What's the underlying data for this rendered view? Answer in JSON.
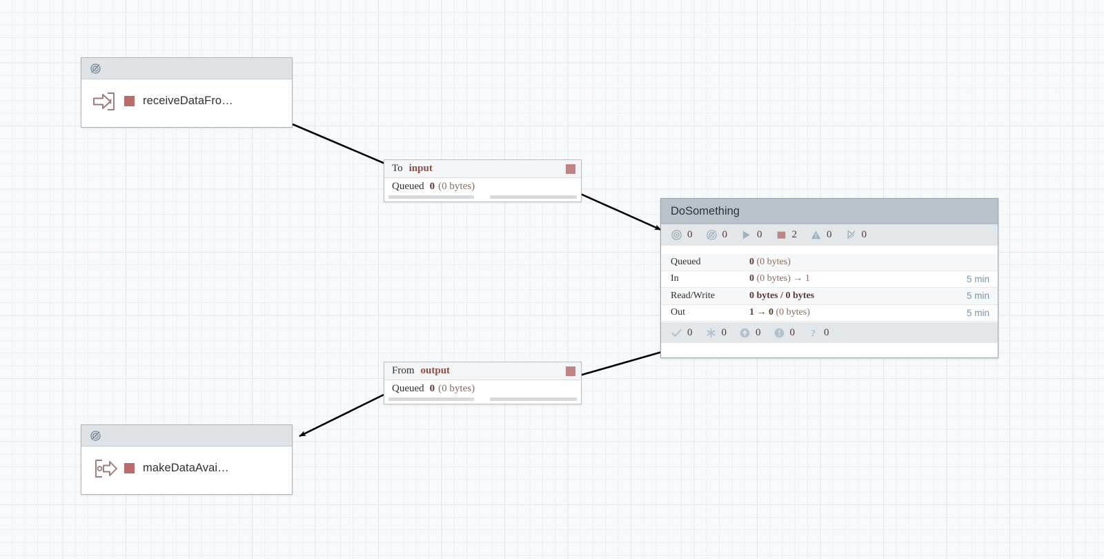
{
  "canvas": {
    "background_color": "#f8f9fb",
    "grid_color": "#e3e8ea",
    "edge_color": "#000000"
  },
  "ports": [
    {
      "id": "input-port",
      "name": "receiveDataFro…",
      "header_icon": "transmission-disabled-icon",
      "type_icon": "input-port-icon",
      "status_color": "#ba6b6b"
    },
    {
      "id": "output-port",
      "name": "makeDataAvai…",
      "header_icon": "transmission-disabled-icon",
      "type_icon": "output-port-icon",
      "status_color": "#ba6b6b"
    }
  ],
  "process_group": {
    "title": "DoSomething",
    "status_counts": [
      {
        "icon": "transmitting-icon",
        "value": "0"
      },
      {
        "icon": "not-transmitting-icon",
        "value": "0"
      },
      {
        "icon": "running-icon",
        "value": "0"
      },
      {
        "icon": "stopped-icon",
        "value": "2"
      },
      {
        "icon": "invalid-icon",
        "value": "0"
      },
      {
        "icon": "disabled-icon",
        "value": "0"
      }
    ],
    "stats": [
      {
        "label": "Queued",
        "value_bold": "0",
        "value_rest": " (0 bytes)",
        "time": ""
      },
      {
        "label": "In",
        "value_bold": "0",
        "value_rest": " (0 bytes) → 1",
        "time": "5 min"
      },
      {
        "label": "Read/Write",
        "value_bold": "0 bytes / 0 bytes",
        "value_rest": "",
        "time": "5 min"
      },
      {
        "label": "Out",
        "value_bold": "1 → 0",
        "value_rest": " (0 bytes)",
        "time": "5 min"
      }
    ],
    "version_states": [
      {
        "icon": "check-icon",
        "value": "0"
      },
      {
        "icon": "asterisk-icon",
        "value": "0"
      },
      {
        "icon": "arrow-up-circle-icon",
        "value": "0"
      },
      {
        "icon": "exclamation-circle-icon",
        "value": "0"
      },
      {
        "icon": "question-mark-icon",
        "value": "0"
      }
    ]
  },
  "connections": [
    {
      "id": "to-input",
      "direction_label": "To",
      "relationship": "input",
      "queued_label": "Queued",
      "queued_count": "0",
      "queued_size": "(0 bytes)",
      "status_color": "#c08484"
    },
    {
      "id": "from-output",
      "direction_label": "From",
      "relationship": "output",
      "queued_label": "Queued",
      "queued_count": "0",
      "queued_size": "(0 bytes)",
      "status_color": "#c08484"
    }
  ]
}
